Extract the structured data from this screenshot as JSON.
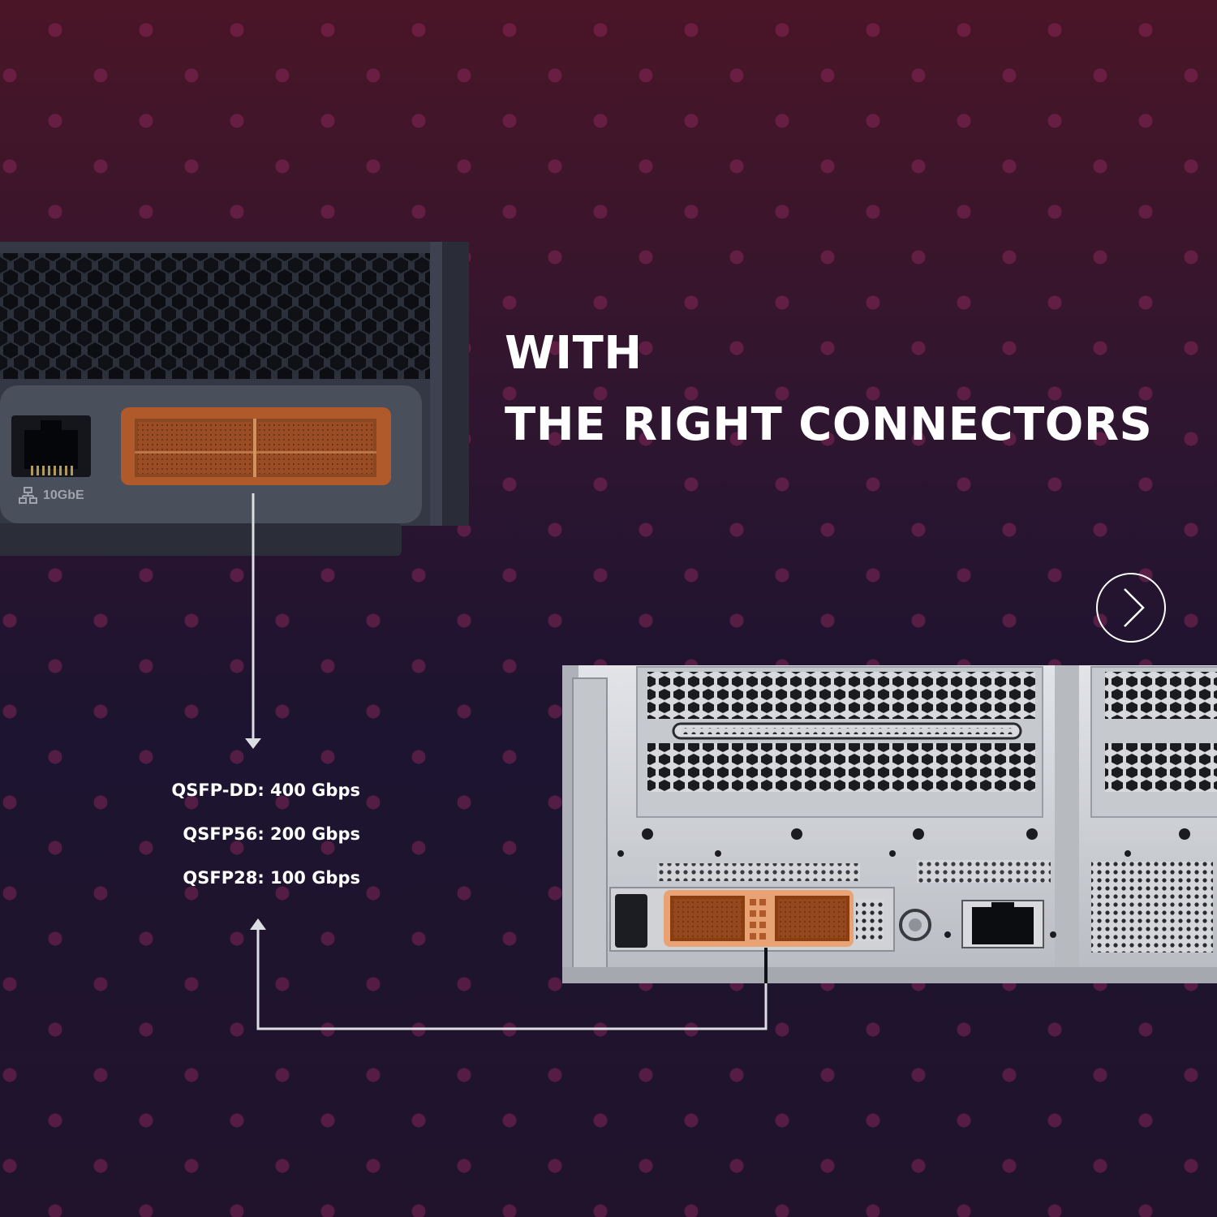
{
  "heading": {
    "line1": "WITH",
    "line2": "THE RIGHT CONNECTORS"
  },
  "device_top": {
    "port_label": "10GbE"
  },
  "specs": [
    {
      "label": "QSFP-DD: 400 Gbps"
    },
    {
      "label": "QSFP56: 200 Gbps"
    },
    {
      "label": "QSFP28: 100 Gbps"
    }
  ],
  "next_button": {
    "icon": "chevron-right-icon"
  },
  "colors": {
    "highlight": "#b0592a",
    "background_top": "#4a1527",
    "background_bottom": "#21132c",
    "chassis_dark": "#343845",
    "chassis_silver": "#c9cbd0"
  }
}
